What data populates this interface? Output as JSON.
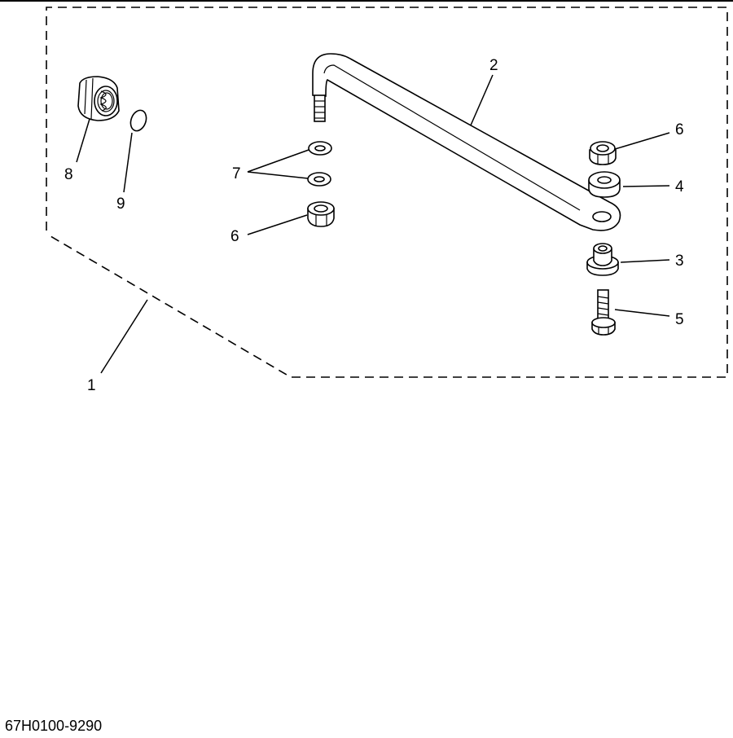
{
  "callouts": {
    "c1": "1",
    "c2": "2",
    "c3": "3",
    "c4": "4",
    "c5": "5",
    "c6a": "6",
    "c6b": "6",
    "c7": "7",
    "c8": "8",
    "c9": "9"
  },
  "footer": {
    "catalog_code": "67H0100-9290"
  }
}
